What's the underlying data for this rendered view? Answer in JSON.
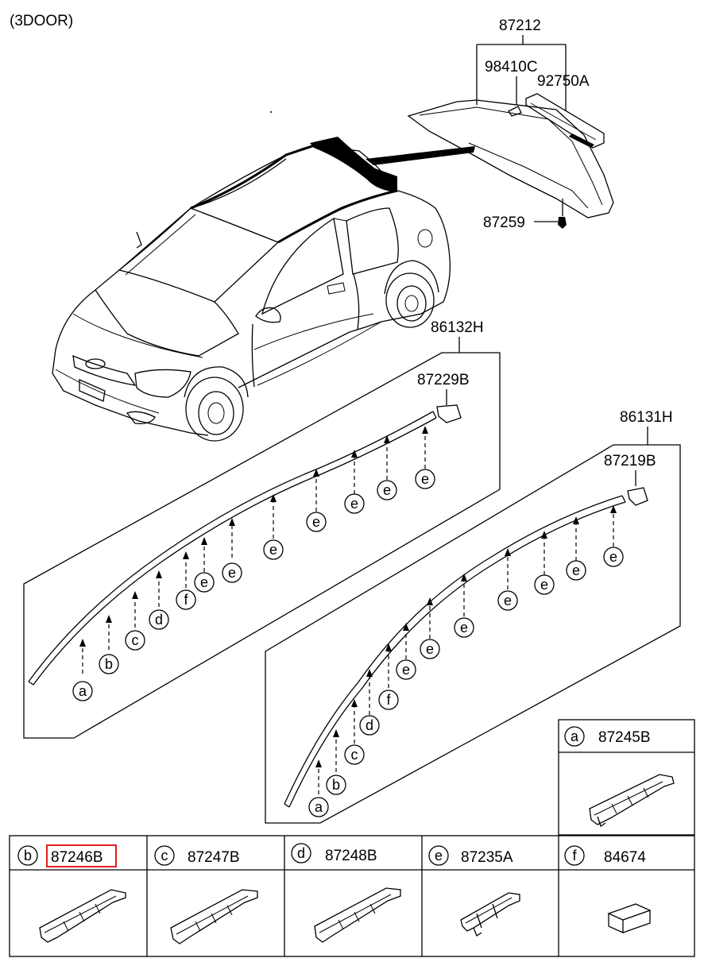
{
  "header": {
    "variant": "(3DOOR)"
  },
  "colors": {
    "line": "#000000",
    "highlight": "#e02020",
    "fill": "#ffffff"
  },
  "spoiler": {
    "assembly": "87212",
    "parts": [
      "98410C",
      "92750A"
    ],
    "fastener": "87259"
  },
  "moulding_left": {
    "part": "86132H",
    "end_clip": "87229B"
  },
  "moulding_right": {
    "part": "86131H",
    "end_clip": "87219B"
  },
  "markers": {
    "a": "a",
    "b": "b",
    "c": "c",
    "d": "d",
    "e": "e",
    "f": "f"
  },
  "legend": {
    "a": {
      "letter": "a",
      "part": "87245B"
    },
    "b": {
      "letter": "b",
      "part": "87246B",
      "highlighted": true
    },
    "c": {
      "letter": "c",
      "part": "87247B"
    },
    "d": {
      "letter": "d",
      "part": "87248B"
    },
    "e": {
      "letter": "e",
      "part": "87235A"
    },
    "f": {
      "letter": "f",
      "part": "84674"
    }
  }
}
